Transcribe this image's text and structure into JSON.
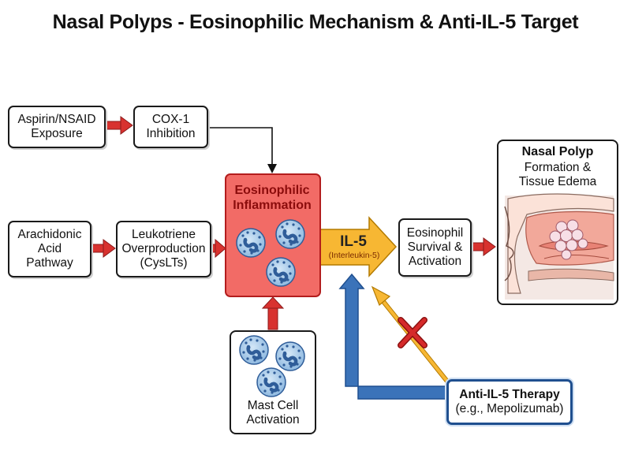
{
  "title": "Nasal Polyps - Eosinophilic Mechanism & Anti-IL-5 Target",
  "nodes": {
    "aspirin": [
      "Aspirin/NSAID",
      "Exposure"
    ],
    "cox1": [
      "COX-1",
      "Inhibition"
    ],
    "arachidonic": [
      "Arachidonic",
      "Acid",
      "Pathway"
    ],
    "leukotriene": [
      "Leukotriene",
      "Overproduction",
      "(CysLTs)"
    ],
    "eosinophilic_inflammation": [
      "Eosinophilic",
      "Inflammation"
    ],
    "il5": {
      "label": "IL-5",
      "sublabel": "(Interleukin-5)"
    },
    "eosinophil_survival": [
      "Eosinophil",
      "Survival &",
      "Activation"
    ],
    "nasal_polyp": {
      "title": "Nasal Polyp",
      "lines": [
        "Formation &",
        "Tissue Edema"
      ]
    },
    "mast_cell": [
      "Mast Cell",
      "Activation"
    ],
    "anti_il5": {
      "title": "Anti-IL-5 Therapy",
      "subtitle": "(e.g., Mepolizumab)"
    }
  },
  "colors": {
    "red_arrow": "#d8322f",
    "inflammation_fill": "#f26b66",
    "inflammation_border": "#b31d1d",
    "il5_arrow": "#f7b733",
    "blue_arrow": "#3b73b9",
    "blue_border": "#1f4f8f",
    "block_x": "#d52a2a",
    "cell_fill": "#9cc3e6",
    "cell_nucleus": "#2f5d99"
  },
  "icons": [
    "eosinophil-cell-icon",
    "mast-cell-icon",
    "nasal-anatomy-icon",
    "block-x-icon"
  ]
}
